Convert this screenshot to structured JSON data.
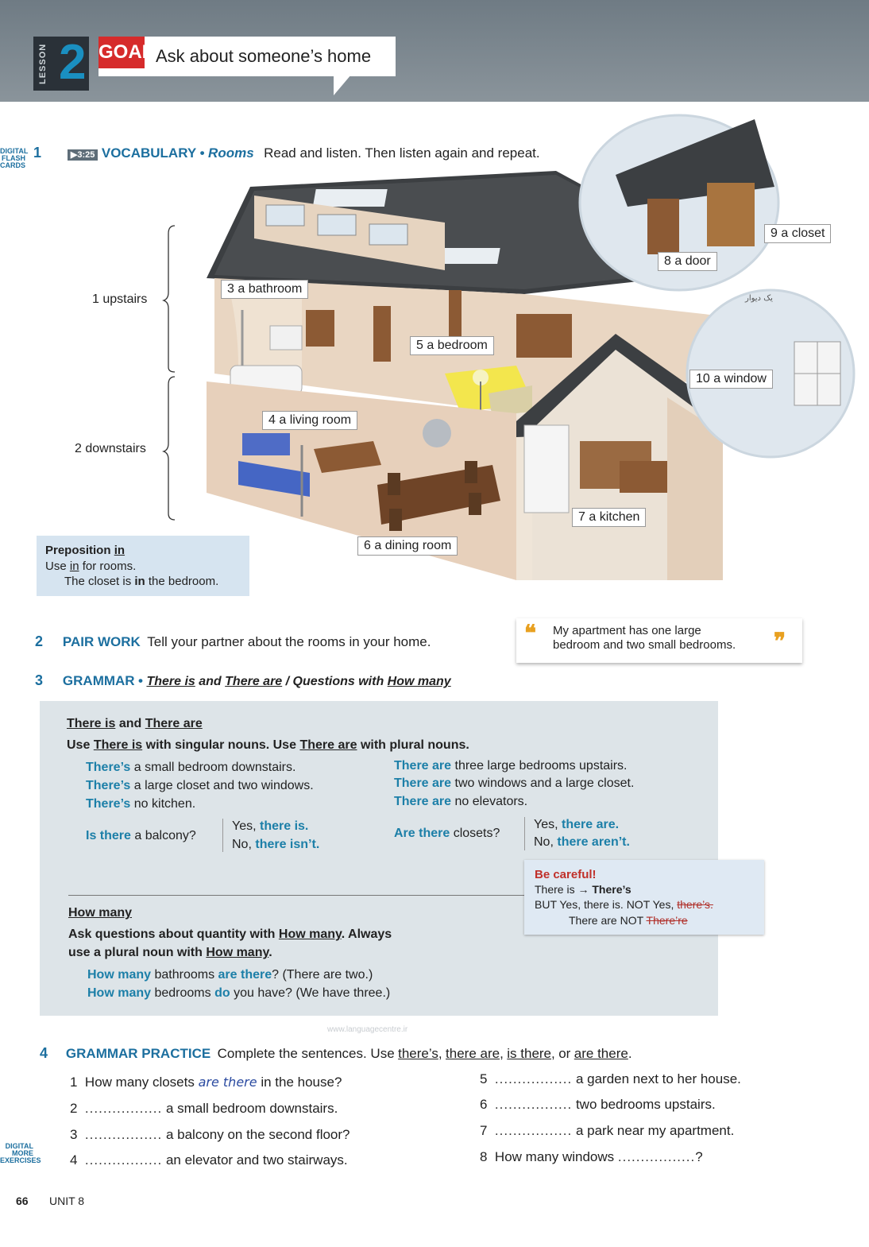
{
  "header": {
    "lesson_word": "LESSON",
    "lesson_number": "2",
    "goal_tag": "GOAL",
    "goal_text": "Ask about someone’s home"
  },
  "side_tags": {
    "flash_cards_1": "DIGITAL",
    "flash_cards_2": "FLASH",
    "flash_cards_3": "CARDS",
    "more_ex_1": "DIGITAL",
    "more_ex_2": "MORE",
    "more_ex_3": "EXERCISES"
  },
  "vocab": {
    "number": "1",
    "audio": "▶3:25",
    "label": "VOCABULARY",
    "bullet": "•",
    "topic": "Rooms",
    "instruction": "Read and listen. Then listen again and repeat.",
    "upstairs": "1 upstairs",
    "downstairs": "2 downstairs",
    "labels": {
      "bathroom": "3 a bathroom",
      "living_room": "4 a living room",
      "bedroom": "5 a bedroom",
      "dining_room": "6 a dining room",
      "kitchen": "7 a kitchen",
      "door": "8 a door",
      "closet": "9 a closet",
      "window": "10 a window"
    },
    "handwriting": "یک دیوار"
  },
  "preposition": {
    "title": "Preposition",
    "title_word": "in",
    "line1_a": "Use",
    "line1_b": "in",
    "line1_c": "for rooms.",
    "example_a": "The closet is",
    "example_b": "in",
    "example_c": "the bedroom."
  },
  "pair_work": {
    "number": "2",
    "label": "PAIR WORK",
    "text": "Tell your partner about the rooms in your home.",
    "quote_line1": "My apartment has one large",
    "quote_line2": "bedroom and two small bedrooms.",
    "open_quote": "❝",
    "close_quote": "❞"
  },
  "grammar": {
    "number": "3",
    "label": "GRAMMAR",
    "bullet": "•",
    "t1": "There is",
    "t2": "and",
    "t3": "There are",
    "t4": "/ Questions with",
    "t5": "How many",
    "box_title_a": "There is",
    "box_title_b": "and",
    "box_title_c": "There are",
    "rule_a": "Use",
    "rule_b": "There is",
    "rule_c": "with singular nouns. Use",
    "rule_d": "There are",
    "rule_e": "with plural nouns.",
    "left_examples": [
      {
        "hl": "There’s",
        "rest": "a small bedroom downstairs."
      },
      {
        "hl": "There’s",
        "rest": "a large closet and two windows."
      },
      {
        "hl": "There’s",
        "rest": "no kitchen."
      }
    ],
    "right_examples": [
      {
        "hl": "There are",
        "rest": "three large bedrooms upstairs."
      },
      {
        "hl": "There are",
        "rest": "two windows and a large closet."
      },
      {
        "hl": "There are",
        "rest": "no elevators."
      }
    ],
    "q1": {
      "hl": "Is there",
      "rest": "a balcony?"
    },
    "a1_yes": {
      "pre": "Yes,",
      "hl": "there is."
    },
    "a1_no": {
      "pre": "No,",
      "hl": "there isn’t."
    },
    "q2": {
      "hl": "Are there",
      "rest": "closets?"
    },
    "a2_yes": {
      "pre": "Yes,",
      "hl": "there are."
    },
    "a2_no": {
      "pre": "No,",
      "hl": "there aren’t."
    },
    "how_many_title": "How many",
    "how_many_rule_a": "Ask questions about quantity with",
    "how_many_rule_b": "How many",
    "how_many_rule_c": ". Always",
    "how_many_rule_d": "use a plural noun with",
    "how_many_rule_e": "How many",
    "how_many_rule_f": ".",
    "hm_ex1": {
      "hl1": "How many",
      "mid": "bathrooms",
      "hl2": "are there",
      "rest": "? (There are two.)"
    },
    "hm_ex2": {
      "hl1": "How many",
      "mid": "bedrooms",
      "hl2": "do",
      "rest": "you have? (We have three.)"
    }
  },
  "careful": {
    "title": "Be careful!",
    "l1_a": "There is",
    "l1_arrow": "→",
    "l1_b": "There’s",
    "l2_a": "BUT  Yes, there is.  NOT  Yes,",
    "l2_strike": "there’s.",
    "l3_a": "There are  NOT",
    "l3_strike": "There’re"
  },
  "watermark": "www.languagecentre.ir",
  "practice": {
    "number": "4",
    "label": "GRAMMAR PRACTICE",
    "inst_a": "Complete the sentences. Use",
    "opt1": "there’s",
    "opt2": "there are",
    "opt3": "is there",
    "opt4": "are there",
    "comma": ",",
    "or": "or",
    "period": ".",
    "items_left": [
      {
        "n": "1",
        "pre": "How many closets",
        "answer": "are there",
        "post": "in the house?"
      },
      {
        "n": "2",
        "pre": "",
        "answer": "",
        "post": "a small bedroom downstairs."
      },
      {
        "n": "3",
        "pre": "",
        "answer": "",
        "post": "a balcony on the second floor?"
      },
      {
        "n": "4",
        "pre": "",
        "answer": "",
        "post": "an elevator and two stairways."
      }
    ],
    "items_right": [
      {
        "n": "5",
        "pre": "",
        "post": "a garden next to her house."
      },
      {
        "n": "6",
        "pre": "",
        "post": "two bedrooms upstairs."
      },
      {
        "n": "7",
        "pre": "",
        "post": "a park near my apartment."
      },
      {
        "n": "8",
        "pre": "How many windows",
        "post": "?"
      }
    ],
    "dots": "................."
  },
  "footer": {
    "page": "66",
    "unit": "UNIT 8"
  }
}
